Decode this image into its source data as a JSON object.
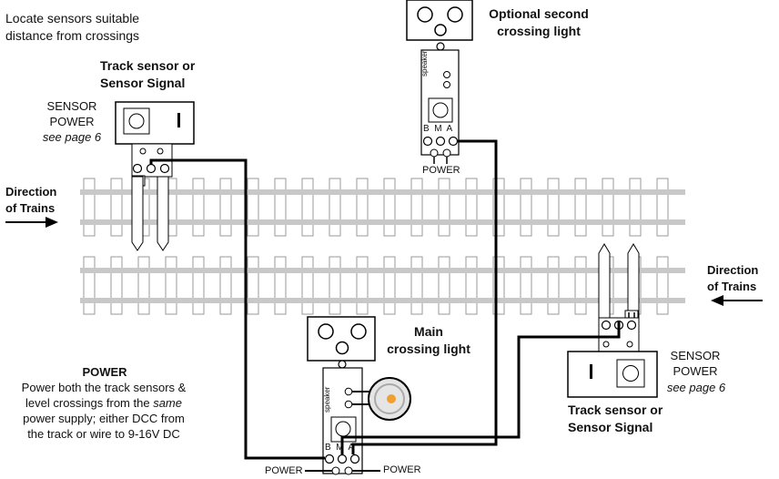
{
  "intro": [
    "Locate sensors suitable",
    "distance from crossings"
  ],
  "left_sensor": {
    "title": [
      "Track sensor or",
      "Sensor Signal"
    ],
    "power_label": [
      "SENSOR",
      "POWER"
    ],
    "see_page": "see page 6"
  },
  "right_sensor": {
    "title": [
      "Track sensor or",
      "Sensor Signal"
    ],
    "power_label": [
      "SENSOR",
      "POWER"
    ],
    "see_page": "see page 6"
  },
  "optional_light": {
    "title": [
      "Optional second",
      "crossing light"
    ],
    "speaker": "speaker",
    "terminals": "B  M  A",
    "power": "POWER"
  },
  "main_light": {
    "title": [
      "Main",
      "crossing light"
    ],
    "speaker": "speaker",
    "terminals": "B  M  A",
    "power_left": "POWER",
    "power_right": "POWER"
  },
  "direction_left": [
    "Direction",
    "of Trains"
  ],
  "direction_right": [
    "Direction",
    "of Trains"
  ],
  "power_note": {
    "heading": "POWER",
    "line1": "Power both the track sensors &",
    "line2_a": "level crossings from the ",
    "line2_b": "same",
    "line3": "power supply; either DCC from",
    "line4": "the track or wire to 9-16V DC"
  },
  "colors": {
    "rail": "#c8c8c8",
    "wire": "#000000",
    "speaker_center": "#f0a030"
  }
}
